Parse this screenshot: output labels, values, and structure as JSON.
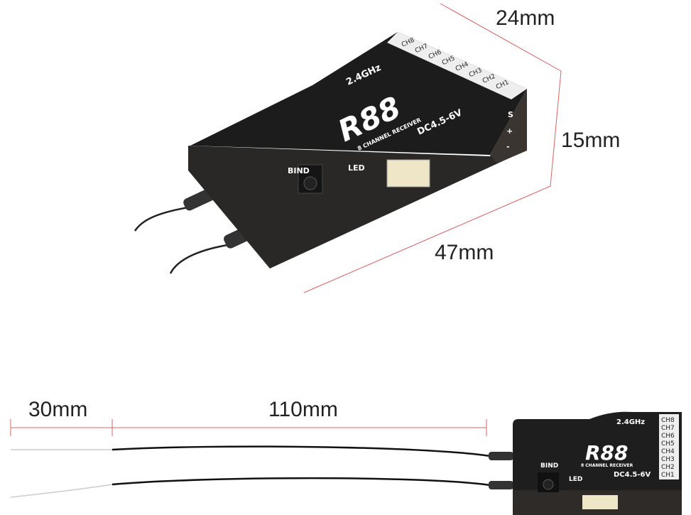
{
  "dimensions": {
    "width": "24mm",
    "height": "15mm",
    "length": "47mm",
    "antenna_tip": "30mm",
    "antenna_cable": "110mm"
  },
  "receiver": {
    "frequency": "2.4GHz",
    "model": "R88",
    "subtitle": "8 CHANNEL RECEIVER",
    "voltage": "DC4.5-6V",
    "bind_label": "BIND",
    "led_label": "LED",
    "channels": [
      "CH8",
      "CH7",
      "CH6",
      "CH5",
      "CH4",
      "CH3",
      "CH2",
      "CH1"
    ],
    "pins": [
      "S",
      "+",
      "-"
    ]
  },
  "colors": {
    "dimension_line": "#e05555",
    "body": "#1e1e1e"
  }
}
